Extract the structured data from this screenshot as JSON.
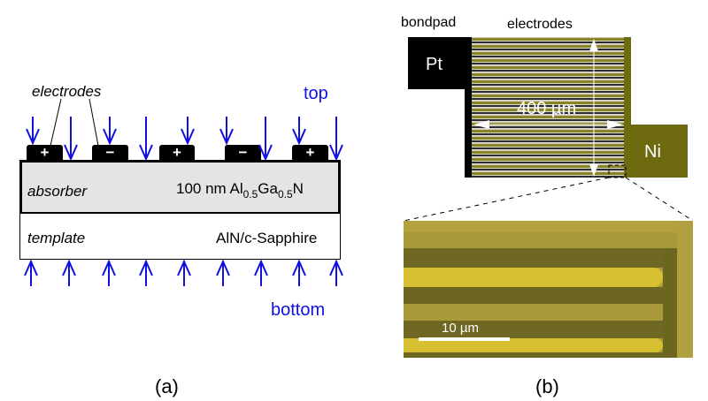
{
  "panel_a": {
    "caption": "(a)",
    "electrodes_label": "electrodes",
    "top_label": "top",
    "bottom_label": "bottom",
    "electrode_signs": [
      "+",
      "−",
      "+",
      "−",
      "+"
    ],
    "absorber": {
      "label": "absorber",
      "material_prefix": "100 nm Al",
      "sub1": "0.5",
      "mid": "Ga",
      "sub2": "0.5",
      "suffix": "N"
    },
    "template": {
      "label": "template",
      "material": "AlN/c-Sapphire"
    },
    "colors": {
      "arrow": "#1010e0",
      "absorber_fill": "#e4e4e4"
    }
  },
  "panel_b": {
    "caption": "(b)",
    "bondpad_label": "bondpad",
    "electrodes_label": "electrodes",
    "pt_label": "Pt",
    "ni_label": "Ni",
    "dimension_label": "400 µm",
    "scale_bar_label": "10 µm",
    "colors": {
      "pt": "#000000",
      "ni": "#6e6a10",
      "finger_yellow": "#d8c030"
    }
  }
}
